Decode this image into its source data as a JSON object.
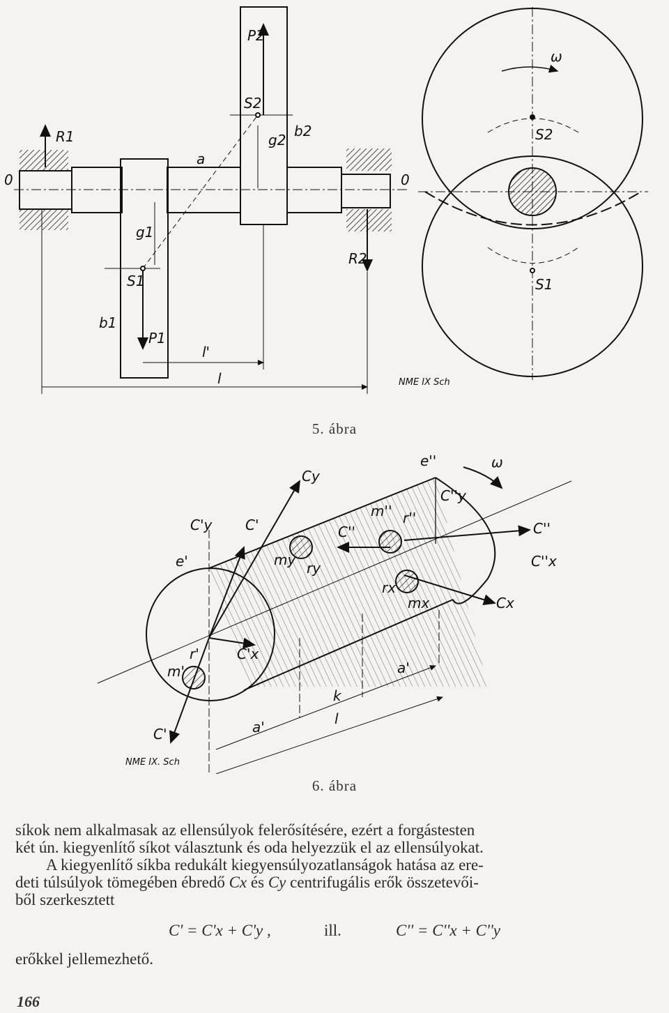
{
  "figure5": {
    "caption": "5. ábra",
    "labels": {
      "R1": "R1",
      "R2": "R2",
      "P1": "P1",
      "P2": "P2",
      "S1": "S1",
      "S2": "S2",
      "g1": "g1",
      "g2": "g2",
      "b1": "b1",
      "b2": "b2",
      "a": "a",
      "l": "l",
      "lp": "l'",
      "O_left": "0",
      "O_right": "0",
      "omega": "ω",
      "S1_side": "S1",
      "S2_side": "S2",
      "stamp": "NME IX Sch"
    }
  },
  "figure6": {
    "caption": "6. ábra",
    "labels": {
      "Cy": "Cy",
      "Cyp": "C'y",
      "Cp": "C'",
      "ep": "e'",
      "my": "my",
      "ry": "ry",
      "Cpp": "C''",
      "mpp": "m''",
      "rpp": "r''",
      "epp": "e''",
      "omega": "ω",
      "Cypp": "C''y",
      "Cpp_right": "C''",
      "Cxpp": "C''x",
      "rx": "rx",
      "mx": "mx",
      "Cx": "Cx",
      "Cxp": "C'x",
      "rp": "r'",
      "mp": "m'",
      "ap_right": "a'",
      "k": "k",
      "l": "l",
      "ap_bottom": "a'",
      "Cp_bottom": "C'",
      "stamp": "NME IX. Sch"
    }
  },
  "body_text": {
    "line1": "síkok nem alkalmasak az ellensúlyok felerősítésére, ezért a forgástesten",
    "line2": "két ún. kiegyenlítő síkot választunk és oda helyezzük el az ellensúlyokat.",
    "line3": "A kiegyenlítő síkba redukált kiegyensúlyozatlanságok hatása az ere-",
    "line4_a": "deti túlsúlyok tömegében ébredő",
    "line4_cx": "Cx",
    "line4_and": "és",
    "line4_cy": "Cy",
    "line4_b": "centrifugális erők összetevői-",
    "line5": "ből szerkesztett",
    "line6": "erőkkel jellemezhető."
  },
  "equation": {
    "left": "C' = C'x + C'y ,",
    "ill": "ill.",
    "right": "C'' = C''x + C''y"
  },
  "page_number": "166"
}
